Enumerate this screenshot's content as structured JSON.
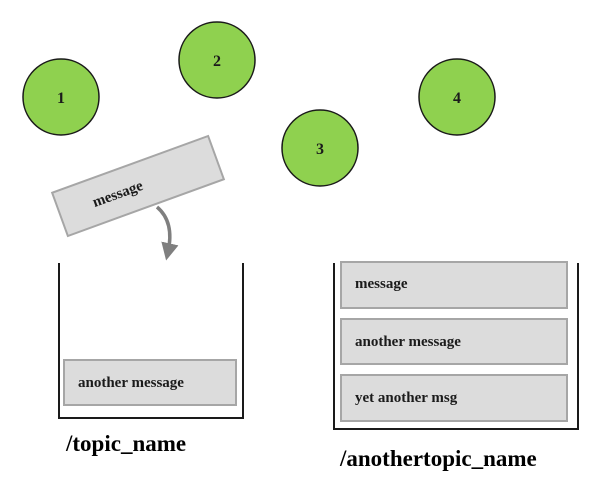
{
  "nodes": [
    {
      "label": "1"
    },
    {
      "label": "2"
    },
    {
      "label": "3"
    },
    {
      "label": "4"
    }
  ],
  "in_flight_message": {
    "label": "message"
  },
  "topics": [
    {
      "name": "/topic_name",
      "messages": [
        "another message"
      ]
    },
    {
      "name": "/anothertopic_name",
      "messages": [
        "message",
        "another message",
        "yet another msg"
      ]
    }
  ],
  "colors": {
    "node_fill": "#8fd14f",
    "node_stroke": "#1a1a1a",
    "message_fill": "#dcdcdc",
    "message_stroke": "#a6a6a6",
    "arrow": "#7f7f7f",
    "container_stroke": "#1a1a1a"
  }
}
